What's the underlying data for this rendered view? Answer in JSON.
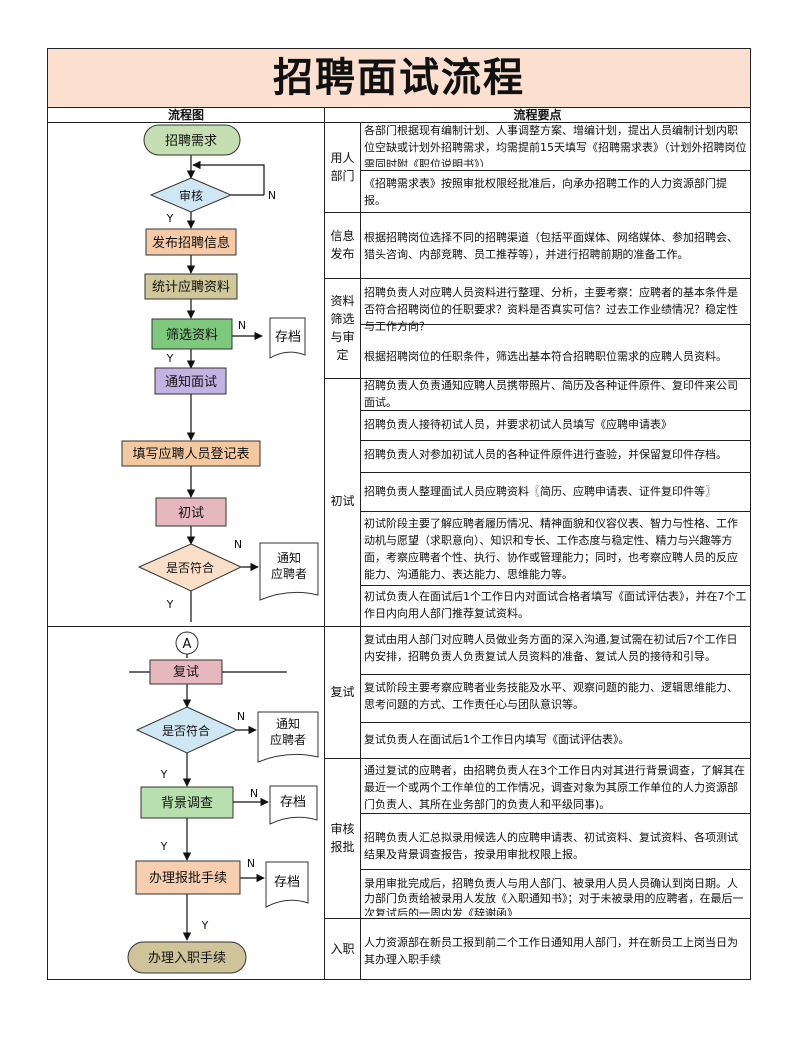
{
  "title": "招聘面试流程",
  "headers": {
    "flow": "流程图",
    "points": "流程要点"
  },
  "flowchart": {
    "nodes": {
      "start": "招聘需求",
      "review": "审核",
      "publish": "发布招聘信息",
      "stats": "统计应聘资料",
      "screen": "筛选资料",
      "archive1": "存档",
      "notify": "通知面试",
      "register": "填写应聘人员登记表",
      "first": "初试",
      "match1": "是否符合",
      "notice1_line1": "通知",
      "notice1_line2": "应聘者",
      "connector": "A",
      "second": "复试",
      "match2": "是否符合",
      "notice2_line1": "通知",
      "notice2_line2": "应聘者",
      "background": "背景调查",
      "archive2": "存档",
      "approval": "办理报批手续",
      "archive3": "存档",
      "onboard": "办理入职手续"
    },
    "labels": {
      "yes": "Y",
      "no": "N"
    },
    "colors": {
      "start": "#c6dfb2",
      "review": "#cfe6f3",
      "publish": "#f6c9a7",
      "stats": "#d0c89a",
      "screen": "#7ec97e",
      "notify": "#c2b4e2",
      "register": "#f4c9a2",
      "first": "#e7b7be",
      "match1": "#fadfc8",
      "second": "#e7b7be",
      "match2": "#cfe6f3",
      "background": "#b8dfae",
      "approval": "#f7ceb0",
      "onboard": "#cfc39a"
    }
  },
  "sections": [
    {
      "category": "用人部门",
      "rows": [
        "各部门根据现有编制计划、人事调整方案、增编计划，提出人员编制计划内职位空缺或计划外招聘需求，均需提前15天填写《招聘需求表》（计划外招聘岗位需同时附《职位说明书》）",
        "《招聘需求表》按照审批权限经批准后，向承办招聘工作的人力资源部门提报。"
      ]
    },
    {
      "category": "信息发布",
      "rows": [
        "根据招聘岗位选择不同的招聘渠道（包括平面媒体、网络媒体、参加招聘会、猎头咨询、内部竞聘、员工推荐等），并进行招聘前期的准备工作。"
      ]
    },
    {
      "category": "资料筛选与审定",
      "rows": [
        "招聘负责人对应聘人员资料进行整理、分析，主要考察：应聘者的基本条件是否符合招聘岗位的任职要求？资料是否真实可信？过去工作业绩情况？稳定性与工作方向？",
        "根据招聘岗位的任职条件，筛选出基本符合招聘职位需求的应聘人员资料。"
      ]
    },
    {
      "category": "初试",
      "rows": [
        "招聘负责人负责通知应聘人员携带照片、简历及各种证件原件、复印件来公司面试。",
        "招聘负责人接待初试人员，并要求初试人员填写《应聘申请表》",
        "招聘负责人对参加初试人员的各种证件原件进行查验，并保留复印件存档。",
        "招聘负责人整理面试人员应聘资料〖简历、应聘申请表、证件复印件等〗",
        "初试阶段主要了解应聘者履历情况、精神面貌和仪容仪表、智力与性格、工作动机与愿望（求职意向）、知识和专长、工作态度与稳定性、精力与兴趣等方面，考察应聘者个性、执行、协作或管理能力；同时，也考察应聘人员的反应能力、沟通能力、表达能力、思维能力等。",
        "初试负责人在面试后1个工作日内对面试合格者填写《面试评估表》，并在7个工作日内向用人部门推荐复试资料。"
      ]
    },
    {
      "category": "复试",
      "rows": [
        "复试由用人部门对应聘人员做业务方面的深入沟通,复试需在初试后7个工作日内安排，招聘负责人负责复试人员资料的准备、复试人员的接待和引导。",
        "复试阶段主要考察应聘者业务技能及水平、观察问题的能力、逻辑思维能力、思考问题的方式、工作责任心与团队意识等。",
        "复试负责人在面试后1个工作日内填写《面试评估表》。"
      ]
    },
    {
      "category": "审核报批",
      "rows": [
        "通过复试的应聘者，由招聘负责人在3个工作日内对其进行背景调查，了解其在最近一个或两个工作单位的工作情况，调查对象为其原工作单位的人力资源部门负责人、其所在业务部门的负责人和平级同事)。",
        "招聘负责人汇总拟录用候选人的应聘申请表、初试资料、复试资料、各项测试结果及背景调查报告，按录用审批权限上报。",
        "录用审批完成后，招聘负责人与用人部门、被录用人员人员确认到岗日期。人力部门负责给被录用人发放《入职通知书》；对于未被录用的应聘者，在最后一次复试后的一周内发《辞谢函》"
      ]
    },
    {
      "category": "入职",
      "rows": [
        "人力资源部在新员工报到前二个工作日通知用人部门，并在新员工上岗当日为其办理入职手续"
      ]
    }
  ]
}
